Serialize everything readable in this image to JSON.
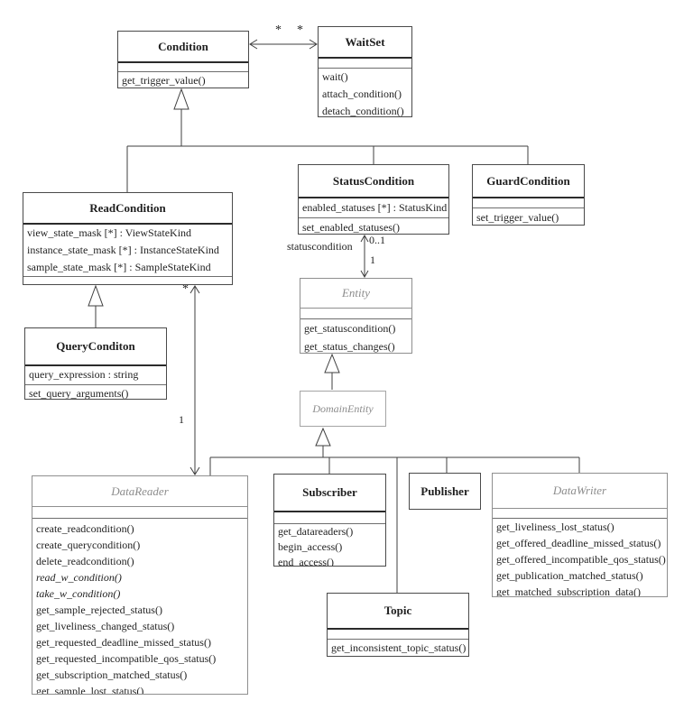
{
  "classes": {
    "condition": {
      "name": "Condition",
      "operations": [
        "get_trigger_value()"
      ]
    },
    "waitset": {
      "name": "WaitSet",
      "operations": [
        "wait()",
        "attach_condition()",
        "detach_condition()"
      ]
    },
    "readcondition": {
      "name": "ReadCondition",
      "attributes": [
        "view_state_mask [*] : ViewStateKind",
        "instance_state_mask [*] : InstanceStateKind",
        "sample_state_mask [*] : SampleStateKind"
      ]
    },
    "statuscondition": {
      "name": "StatusCondition",
      "attributes": [
        "enabled_statuses [*] : StatusKind"
      ],
      "operations": [
        "set_enabled_statuses()"
      ]
    },
    "guardcondition": {
      "name": "GuardCondition",
      "operations": [
        "set_trigger_value()"
      ]
    },
    "querycondition": {
      "name": "QueryConditon",
      "attributes": [
        "query_expression : string"
      ],
      "operations": [
        "set_query_arguments()"
      ]
    },
    "entity": {
      "name": "Entity",
      "operations": [
        "get_statuscondition()",
        "get_status_changes()"
      ]
    },
    "domainentity": {
      "name": "DomainEntity"
    },
    "datareader": {
      "name": "DataReader",
      "operations": [
        "create_readcondition()",
        "create_querycondition()",
        "delete_readcondition()",
        "read_w_condition()",
        "take_w_condition()",
        "get_sample_rejected_status()",
        "get_liveliness_changed_status()",
        "get_requested_deadline_missed_status()",
        "get_requested_incompatible_qos_status()",
        "get_subscription_matched_status()",
        "get_sample_lost_status()"
      ]
    },
    "subscriber": {
      "name": "Subscriber",
      "operations": [
        "get_datareaders()",
        "begin_access()",
        "end_access()"
      ]
    },
    "publisher": {
      "name": "Publisher"
    },
    "datawriter": {
      "name": "DataWriter",
      "operations": [
        "get_liveliness_lost_status()",
        "get_offered_deadline_missed_status()",
        "get_offered_incompatible_qos_status()",
        "get_publication_matched_status()",
        "get_matched_subscription_data()"
      ]
    },
    "topic": {
      "name": "Topic",
      "operations": [
        "get_inconsistent_topic_status()"
      ]
    }
  },
  "labels": {
    "condition_waitset_mult_left": "*",
    "condition_waitset_mult_right": "*",
    "readcondition_mult": "*",
    "datareader_mult": "1",
    "statuscondition_role": "statuscondition",
    "statuscondition_mult": "0..1",
    "entity_mult": "1"
  },
  "colors": {
    "line": "#3f3f3f",
    "abstract_text": "#8c8c8c",
    "text": "#1f1f1f"
  }
}
